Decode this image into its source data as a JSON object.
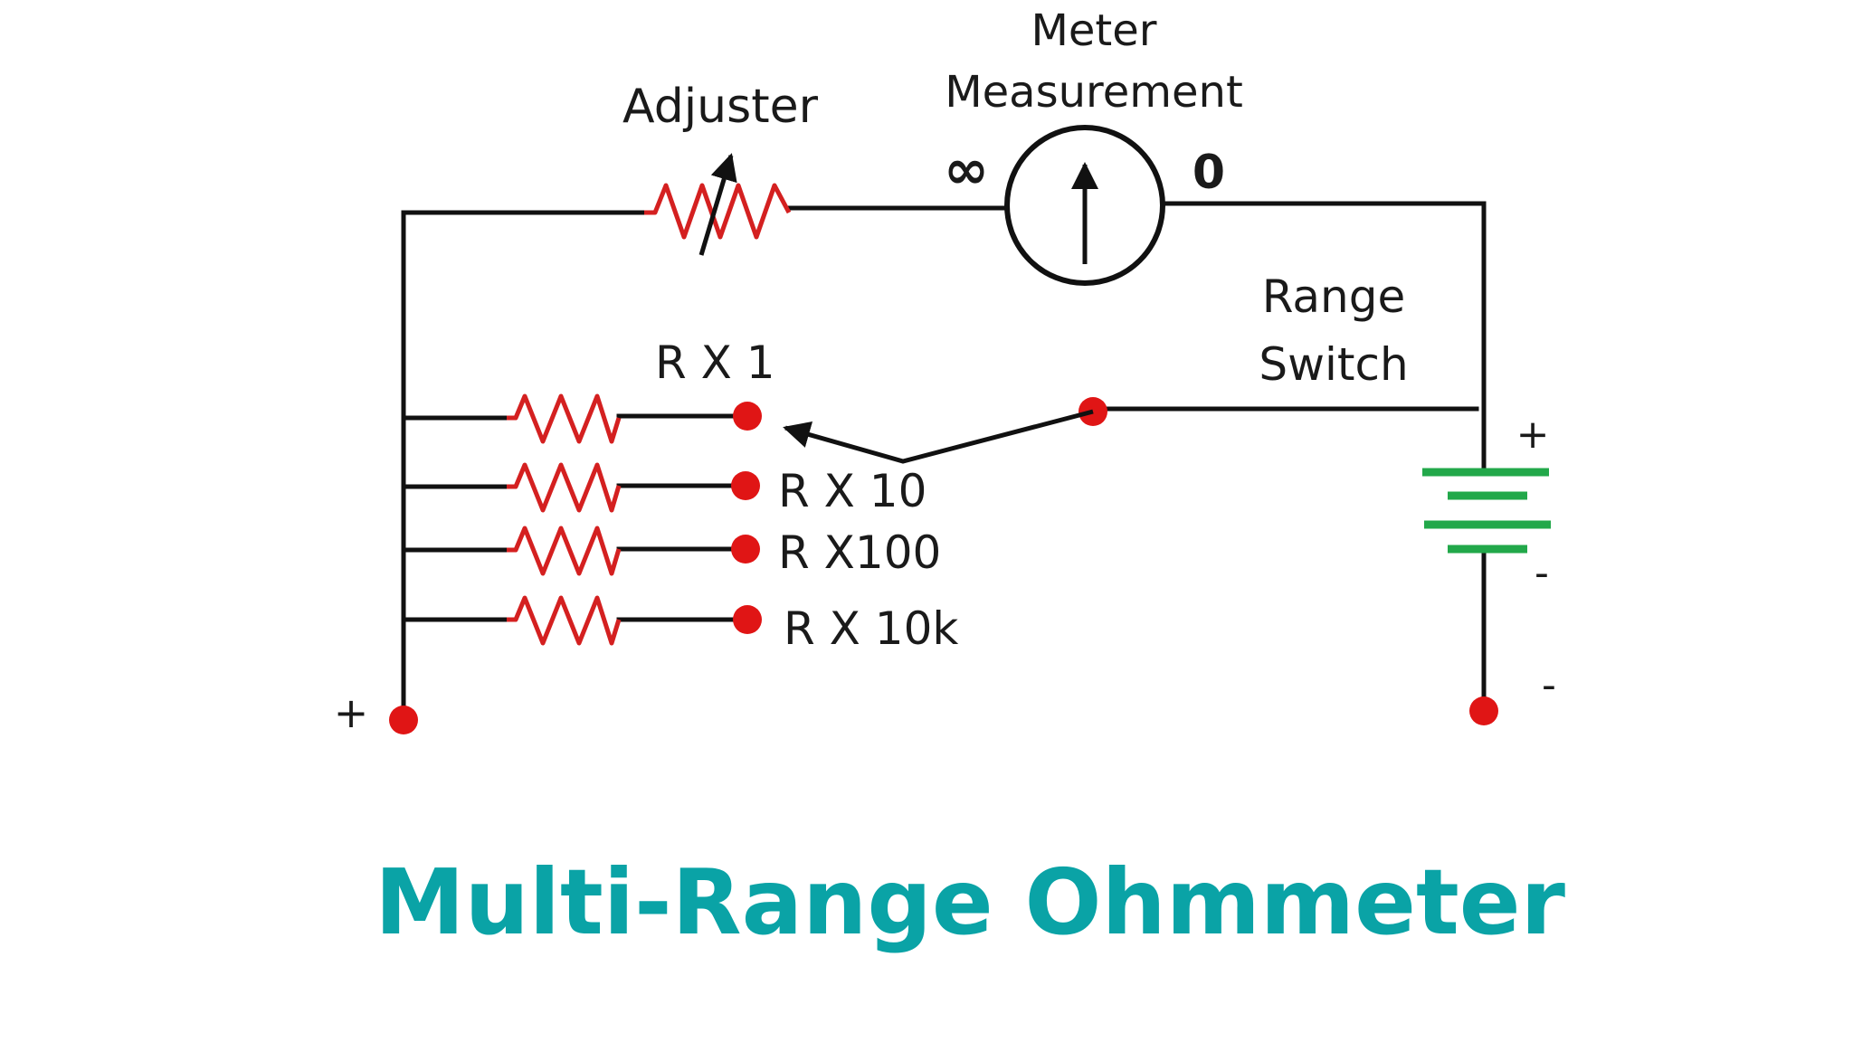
{
  "labels": {
    "adjuster": "Adjuster",
    "meter_line1": "Meter",
    "meter_line2": "Measurement",
    "infinity": "∞",
    "zero": "0",
    "range_line1": "Range",
    "range_line2": "Switch",
    "rx1": "R X 1",
    "rx10": "R X 10",
    "rx100": "R X100",
    "rx10k": "R X 10k",
    "battery_plus": "+",
    "battery_minus": "-",
    "terminal_plus": "+",
    "terminal_minus": "-"
  },
  "title": "Multi-Range Ohmmeter",
  "colors": {
    "wire": "#111111",
    "resistor": "#d42020",
    "node": "#e01515",
    "battery": "#22a84a",
    "title": "#0aa3a6"
  }
}
